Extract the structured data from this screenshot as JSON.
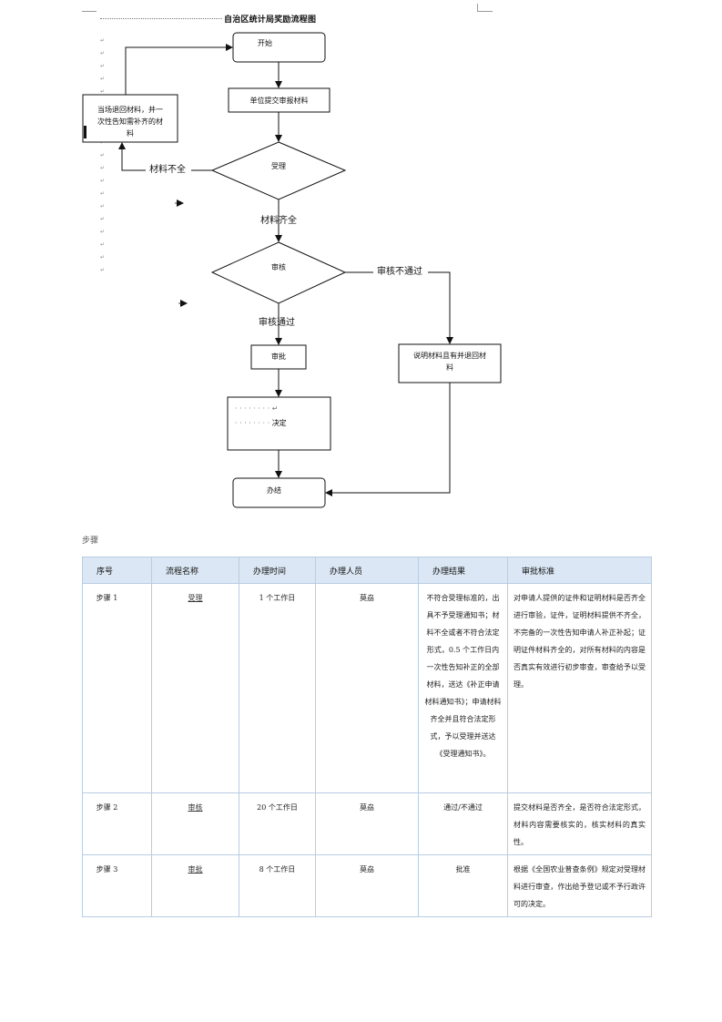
{
  "title": "自治区统计局奖励流程图",
  "flow": {
    "start": "开始",
    "submit": "单位提交审报材料",
    "returned": "当场退回材料，并一次性告知需补齐的材料",
    "returned_lines": [
      "当场退回材料，并一",
      "次性告知需补齐的材",
      "料"
    ],
    "accept": "受理",
    "incomplete": "材料不全",
    "complete": "材料齐全",
    "review": "审核",
    "fail": "审核不通过",
    "pass": "审核通过",
    "approve": "审批",
    "explain_lines": [
      "说明材料且有并退回材",
      "料"
    ],
    "decide": "决定",
    "done": "办结"
  },
  "section_label": "步骤",
  "table": {
    "headers": [
      "序号",
      "流程名称",
      "办理时间",
      "办理人员",
      "办理结果",
      "审批标准"
    ],
    "rows": [
      {
        "step": "步骤 1",
        "name": "受理",
        "time": "1 个工作日",
        "person": "莫劦",
        "result": "不符合受理标准的，出具不予受理通知书；材料不全或者不符合法定形式，0.5 个工作日内一次性告知补正的全部材料，送达《补正申请材料通知书》；申请材料齐全并且符合法定形式，予以受理并送达《受理通知书》。",
        "standard": "对申请人提供的证件和证明材料是否齐全进行审验，证件，证明材料提供不齐全，不完备的一次性告知申请人补正补起；证明证件材料齐全的，对所有材料的内容是否真实有效进行初步审查，审查给予以受理。"
      },
      {
        "step": "步骤 2",
        "name": "审核",
        "time": "20 个工作日",
        "person": "莫劦",
        "result": "通过/不通过",
        "standard": "提交材料是否齐全，是否符合法定形式，材料内容需要核实的，核实材料的真实性。"
      },
      {
        "step": "步骤 3",
        "name": "审批",
        "time": "8 个工作日",
        "person": "莫劦",
        "result": "批准",
        "standard": "根据《全国农业普查条例》规定对受理材料进行审查，作出给予登记或不予行政许可的决定。"
      }
    ]
  }
}
